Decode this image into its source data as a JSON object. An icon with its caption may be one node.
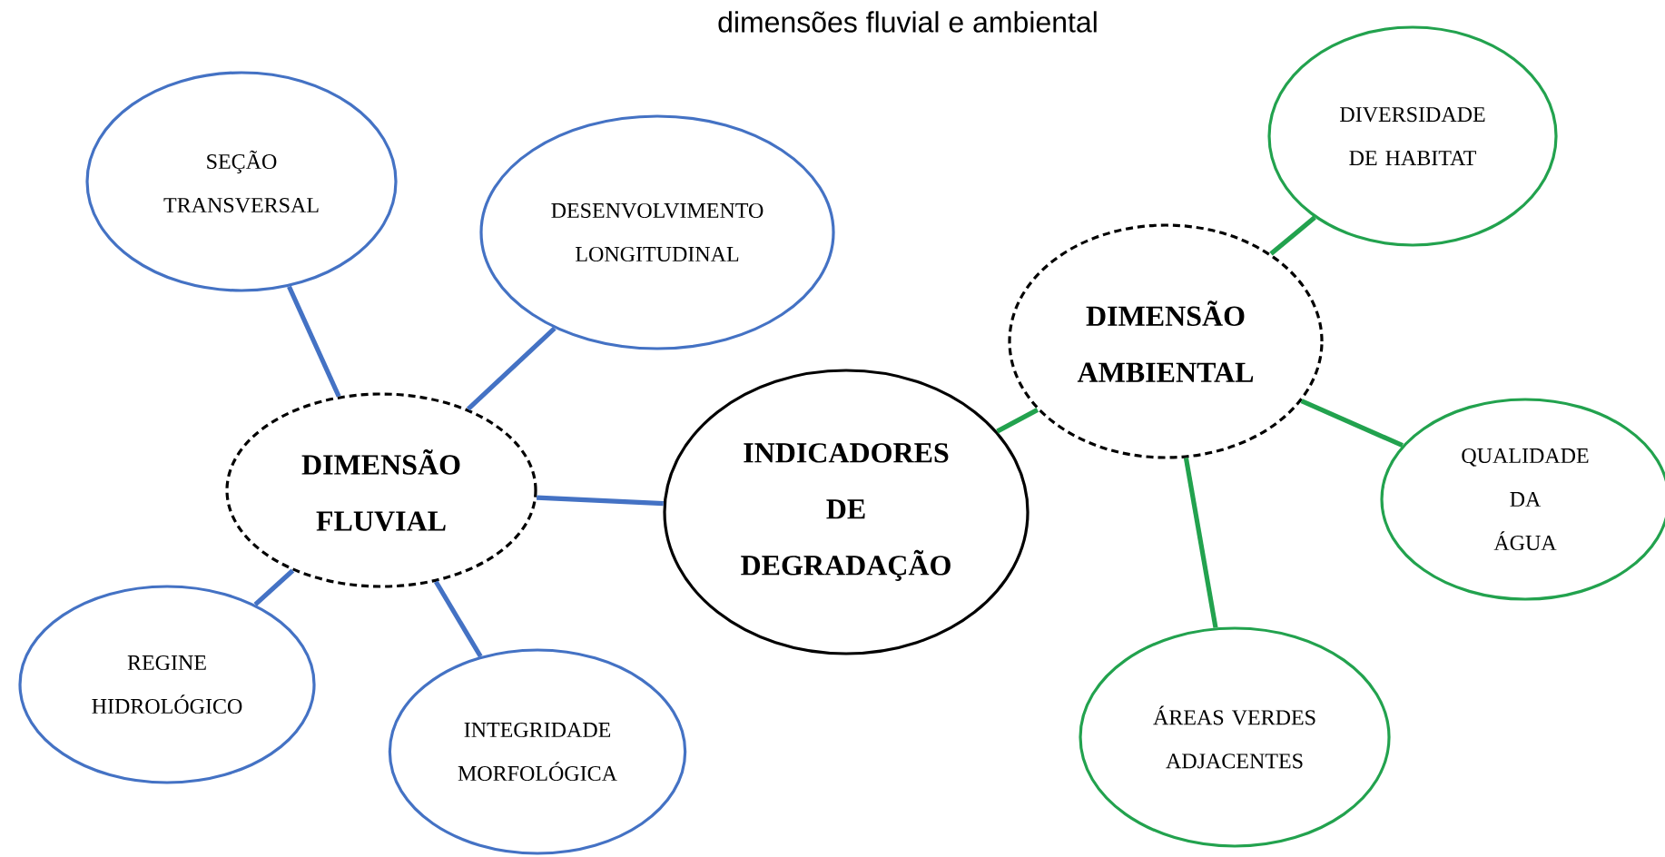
{
  "diagram": {
    "nodes": [
      {
        "text": [
          "DIMENSÃO FLUVIAL"
        ]
      },
      {
        "text": [
          "INDICADORES DE DEGRADAÇÃO"
        ]
      },
      {
        "text": [
          "DIMENSÃO AMBIENTAL"
        ]
      },
      {
        "text": [
          "SEÇÃO TRANSVERSAL"
        ]
      },
      {
        "text": [
          "DESENVOLVIMENTO LONGITUDINAL"
        ]
      },
      {
        "text": [
          "REGINE HIDROLÓGICO"
        ]
      },
      {
        "text": [
          "INTEGRIDADE MORFOLÓGICA"
        ]
      },
      {
        "text": [
          "DIVERSIDADE DE HABITAT"
        ]
      },
      {
        "text": [
          "QUALIDADE DA ÁGUA"
        ]
      },
      {
        "text": [
          "ÁREAS VERDES ADJACENTES"
        ]
      }
    ],
    "edges": [
      {
        "from": 3,
        "to": 0,
        "arrow": "none",
        "color": "#4472c4"
      },
      {
        "from": 4,
        "to": 0,
        "arrow": "none",
        "color": "#4472c4"
      },
      {
        "from": 0,
        "to": 1,
        "arrow": "none",
        "color": "#4472c4"
      },
      {
        "from": 5,
        "to": 0,
        "arrow": "none",
        "color": "#4472c4"
      },
      {
        "from": 6,
        "to": 0,
        "arrow": "none",
        "color": "#4472c4"
      },
      {
        "from": 1,
        "to": 2,
        "arrow": "none",
        "color": "#22a24e"
      },
      {
        "from": 7,
        "to": 2,
        "arrow": "none",
        "color": "#22a24e"
      },
      {
        "from": 8,
        "to": 2,
        "arrow": "none",
        "color": "#22a24e"
      },
      {
        "from": 9,
        "to": 2,
        "arrow": "none",
        "color": "#22a24e"
      }
    ],
    "labels": [
      "dimensões fluvial e ambiental"
    ]
  }
}
